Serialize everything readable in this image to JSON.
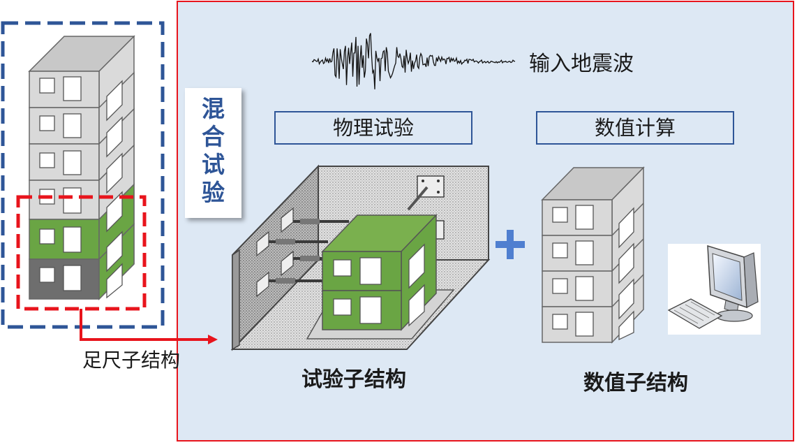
{
  "labels": {
    "hybrid_test": "混合试验",
    "input_wave": "输入地震波",
    "physical_test": "物理试验",
    "numerical_calc": "数值计算",
    "full_scale": "足尺子结构",
    "test_sub": "试验子结构",
    "numerical_sub": "数值子结构",
    "plus": "+"
  },
  "colors": {
    "panel_bg": "#dde8f4",
    "panel_border": "#e8141c",
    "blue_dash": "#2e5597",
    "red_dash": "#e8141c",
    "green": "#6aa544",
    "grey_floor": "#d9d9d9",
    "dark_floor": "#6e6e6e",
    "plus": "#4f7fd0"
  },
  "icons": [
    "seismic-wave-icon",
    "computer-icon",
    "plus-icon",
    "arrow-icon"
  ]
}
